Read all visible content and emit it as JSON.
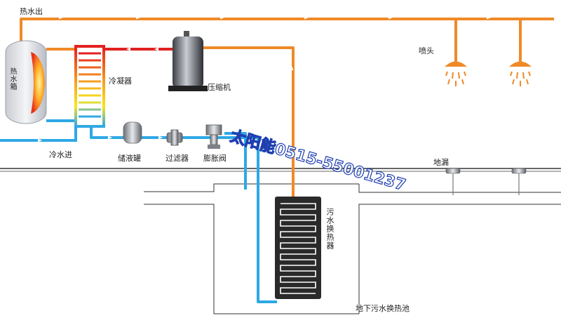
{
  "labels": {
    "hot_water_out": "热水出",
    "sprinkler": "喷头",
    "hot_water_tank": "热水箱",
    "condenser": "冷凝器",
    "compressor": "压缩机",
    "cold_water_in": "冷水进",
    "liquid_tank": "储液罐",
    "filter": "过滤器",
    "expansion_valve": "膨胀阀",
    "floor_drain": "地漏",
    "sewage_exchanger": "污水换热器",
    "underground_pool": "地下污水换热池"
  },
  "watermark": "太阳能0515-55001237",
  "colors": {
    "hot_pipe": "#f08a28",
    "cold_pipe": "#2ea8e6",
    "refrigerant_hot": "#e02020",
    "ground_line": "#333333",
    "watermark_stroke": "#1f3fb0"
  }
}
